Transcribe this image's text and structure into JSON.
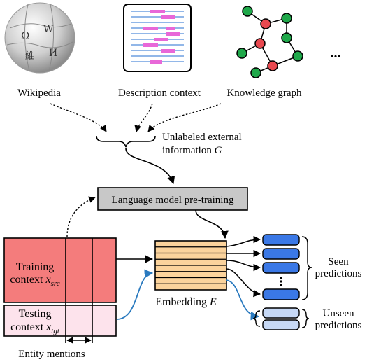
{
  "sources": {
    "wikipedia": "Wikipedia",
    "description": "Description context",
    "knowledge_graph": "Knowledge graph",
    "more": "..."
  },
  "unlabeled": {
    "line1": "Unlabeled external",
    "line2": "information",
    "symbol": "G"
  },
  "pretraining_label": "Language model pre-training",
  "training_context": {
    "line1": "Training",
    "line2_prefix": "context ",
    "var": "x",
    "sub": "src"
  },
  "testing_context": {
    "line1": "Testing",
    "line2_prefix": "context ",
    "var": "x",
    "sub": "tgt"
  },
  "entity_mentions": "Entity mentions",
  "embedding": {
    "prefix": "Embedding ",
    "var": "E"
  },
  "seen": {
    "line1": "Seen",
    "line2": "predictions"
  },
  "unseen": {
    "line1": "Unseen",
    "line2": "predictions"
  },
  "colors": {
    "training_fill": "#f47c7c",
    "testing_fill": "#fde3ec",
    "embedding_fill": "#fbd39c",
    "pretrain_fill": "#c8c8c8",
    "seen_fill": "#3a78e6",
    "unseen_fill": "#c6d8f5",
    "graph_green": "#1fa84a",
    "graph_red": "#e8484f",
    "doc_pink": "#e868d8",
    "doc_blue": "#6f9fe0",
    "arrow_blue": "#2a7abf"
  },
  "icons": [
    "wikipedia-globe-icon",
    "document-icon",
    "knowledge-graph-icon"
  ]
}
